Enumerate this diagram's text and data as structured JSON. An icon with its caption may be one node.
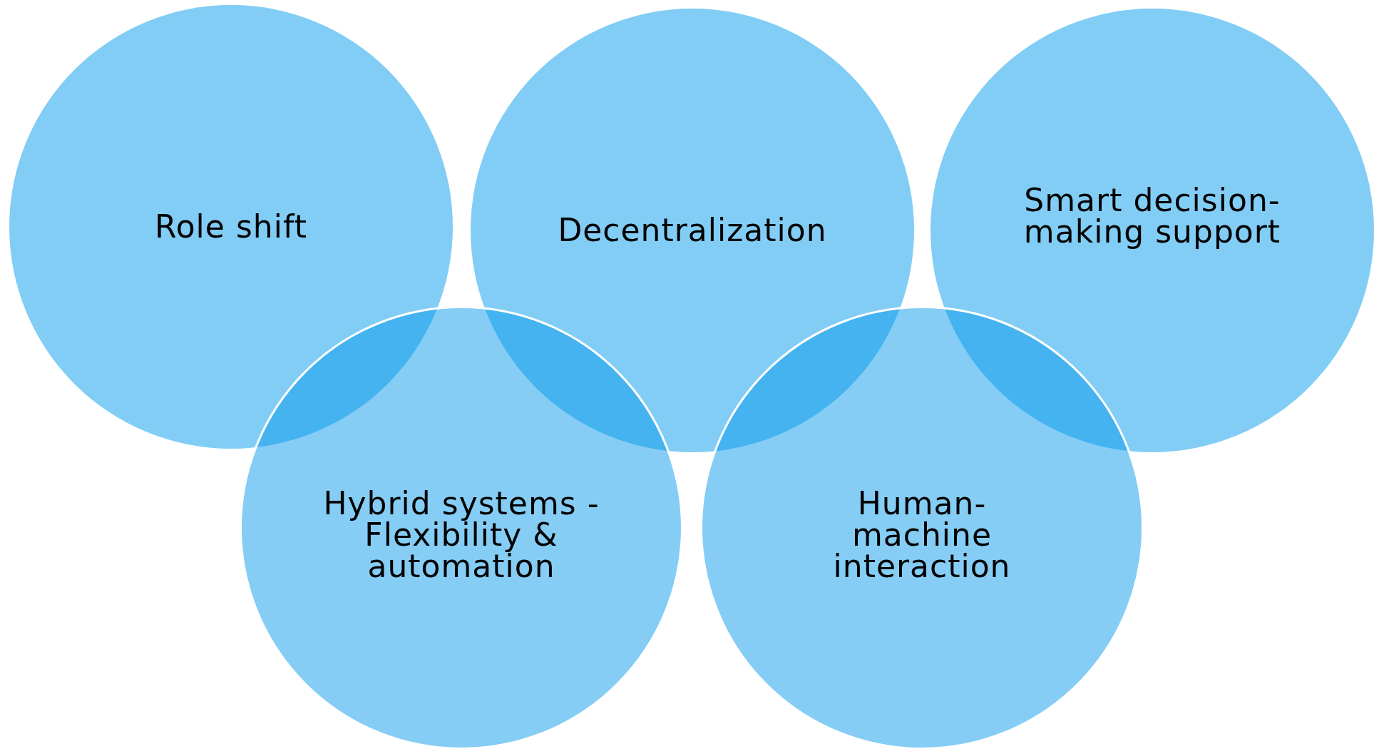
{
  "diagram": {
    "nodes": [
      {
        "text": [
          "Role shift"
        ]
      },
      {
        "text": [
          "Decentralization"
        ]
      },
      {
        "text": [
          "Smart decision-making support"
        ]
      },
      {
        "text": [
          "Hybrid systems - Flexibility & automation"
        ]
      },
      {
        "text": [
          "Human-machine interaction"
        ]
      }
    ]
  }
}
